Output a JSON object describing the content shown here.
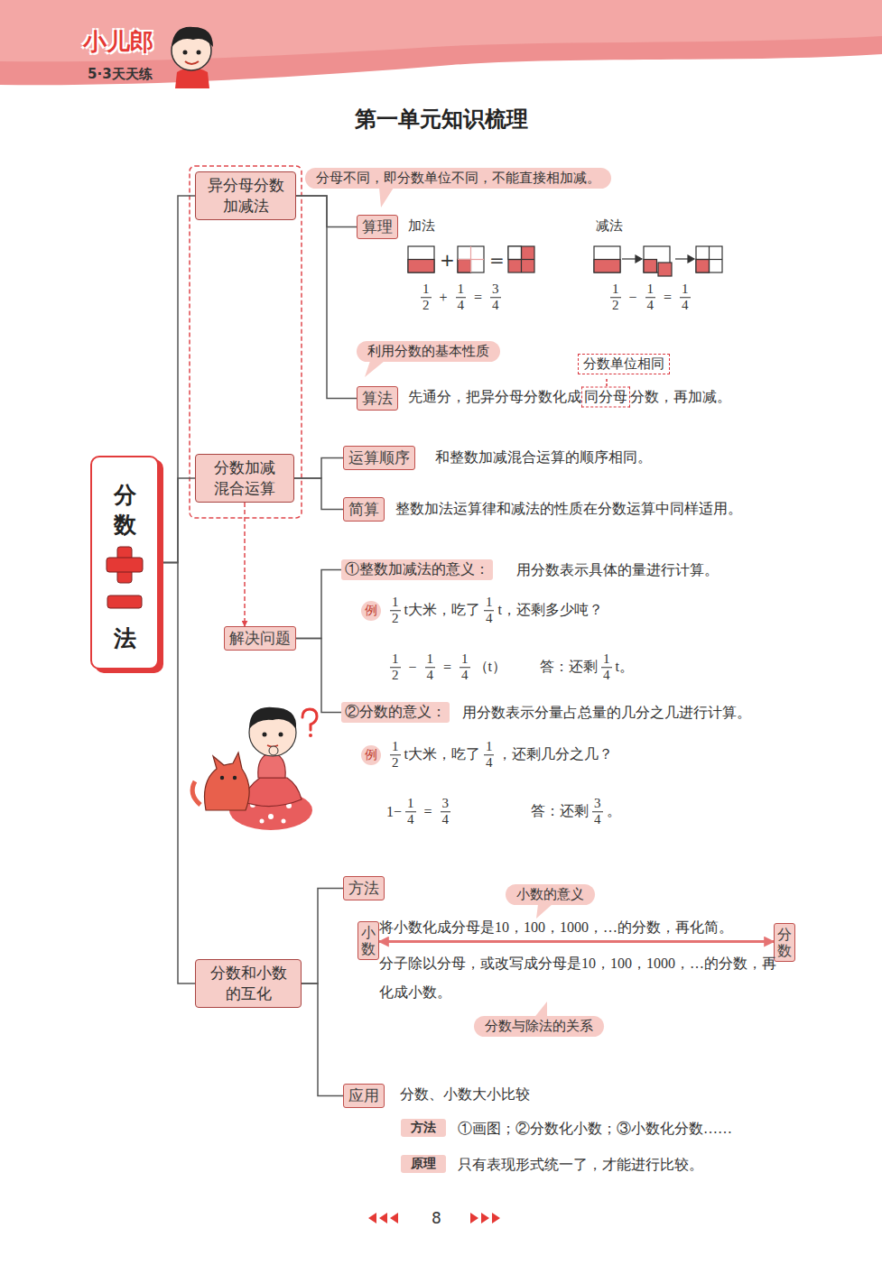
{
  "diagram": {
    "title": "第一单元知识梳理",
    "nodes": [
      {
        "text": [
          "分数",
          "法"
        ]
      },
      {
        "text": [
          "异分母分数加减法"
        ]
      },
      {
        "text": [
          "分数加减混合运算"
        ]
      },
      {
        "text": [
          "解决问题"
        ]
      },
      {
        "text": [
          "分数和小数的互化"
        ]
      },
      {
        "text": [
          "分母不同，即分数单位不同，不能直接相加减。"
        ]
      },
      {
        "text": [
          "算理"
        ]
      },
      {
        "text": [
          "利用分数的基本性质"
        ]
      },
      {
        "text": [
          "分数单位相同"
        ]
      },
      {
        "text": [
          "算法"
        ]
      },
      {
        "text": [
          "运算顺序"
        ]
      },
      {
        "text": [
          "简算"
        ]
      },
      {
        "text": [
          "①整数加减法的意义："
        ]
      },
      {
        "text": [
          "②分数的意义："
        ]
      },
      {
        "text": [
          "方法"
        ]
      },
      {
        "text": [
          "小数的意义"
        ]
      },
      {
        "text": [
          "小数"
        ]
      },
      {
        "text": [
          "分数"
        ]
      },
      {
        "text": [
          "分数与除法的关系"
        ]
      },
      {
        "text": [
          "应用"
        ]
      },
      {
        "text": [
          "方法"
        ]
      },
      {
        "text": [
          "原理"
        ]
      }
    ],
    "edges": [
      {
        "from": 0,
        "to": 1,
        "arrow": "none"
      },
      {
        "from": 0,
        "to": 2,
        "arrow": "none"
      },
      {
        "from": 0,
        "to": 4,
        "arrow": "none"
      },
      {
        "from": 1,
        "to": 6,
        "arrow": "none"
      },
      {
        "from": 1,
        "to": 9,
        "arrow": "none"
      },
      {
        "from": 2,
        "to": 10,
        "arrow": "none"
      },
      {
        "from": 2,
        "to": 11,
        "arrow": "none"
      },
      {
        "from": 2,
        "to": 3,
        "arrow": "to"
      },
      {
        "from": 3,
        "to": 12,
        "arrow": "none"
      },
      {
        "from": 3,
        "to": 13,
        "arrow": "none"
      },
      {
        "from": 4,
        "to": 14,
        "arrow": "none"
      },
      {
        "from": 4,
        "to": 19,
        "arrow": "none"
      },
      {
        "from": 16,
        "to": 17,
        "arrow": "both"
      }
    ],
    "labels": [
      "小儿郎",
      "5·3天天练",
      "加法",
      "减法",
      "1",
      "2",
      "+",
      "1",
      "4",
      "=",
      "3",
      "4",
      "1",
      "2",
      "−",
      "1",
      "4",
      "=",
      "1",
      "4",
      "+",
      "=",
      "先通分，把异分母分数化成",
      "同分母",
      "分数，再加减。",
      "和整数加减混合运算的顺序相同。",
      "整数加法运算律和减法的性质在分数运算中同样适用。",
      "用分数表示具体的量进行计算。",
      "例",
      "1",
      "2",
      "t大米，吃了",
      "1",
      "4",
      "t，还剩多少吨？",
      "1",
      "2",
      "−",
      "1",
      "4",
      "=",
      "1",
      "4",
      "（t）",
      "答：还剩",
      "1",
      "4",
      "t。",
      "用分数表示分量占总量的几分之几进行计算。",
      "例",
      "1",
      "2",
      "t大米，吃了",
      "1",
      "4",
      "，还剩几分之几？",
      "1−",
      "1",
      "4",
      "=",
      "3",
      "4",
      "答：还剩",
      "3",
      "4",
      "。",
      "将小数化成分母是10，100，1000，…的分数，再化简。",
      "分子除以分母，或改写成分母是10，100，1000，…的分数，再化成小数。",
      "分数、小数大小比较",
      "①画图；②分数化小数；③小数化分数……",
      "只有表现形式统一了，才能进行比较。",
      "8"
    ]
  }
}
